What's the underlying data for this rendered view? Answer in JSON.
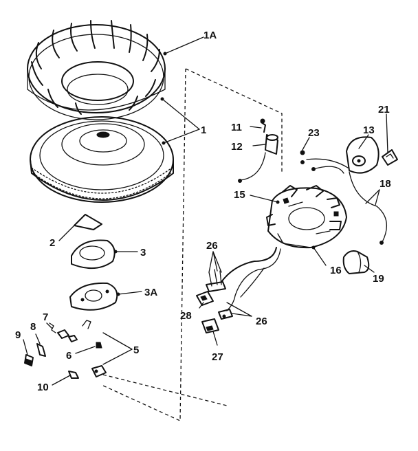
{
  "diagram": {
    "callouts": {
      "p1A": "1A",
      "p1": "1",
      "p2": "2",
      "p3": "3",
      "p3A": "3A",
      "p5": "5",
      "p6": "6",
      "p7": "7",
      "p8": "8",
      "p9": "9",
      "p10": "10",
      "p11": "11",
      "p12": "12",
      "p13": "13",
      "p15": "15",
      "p16": "16",
      "p18": "18",
      "p19": "19",
      "p21": "21",
      "p23": "23",
      "p26a": "26",
      "p26b": "26",
      "p27": "27",
      "p28": "28"
    }
  }
}
